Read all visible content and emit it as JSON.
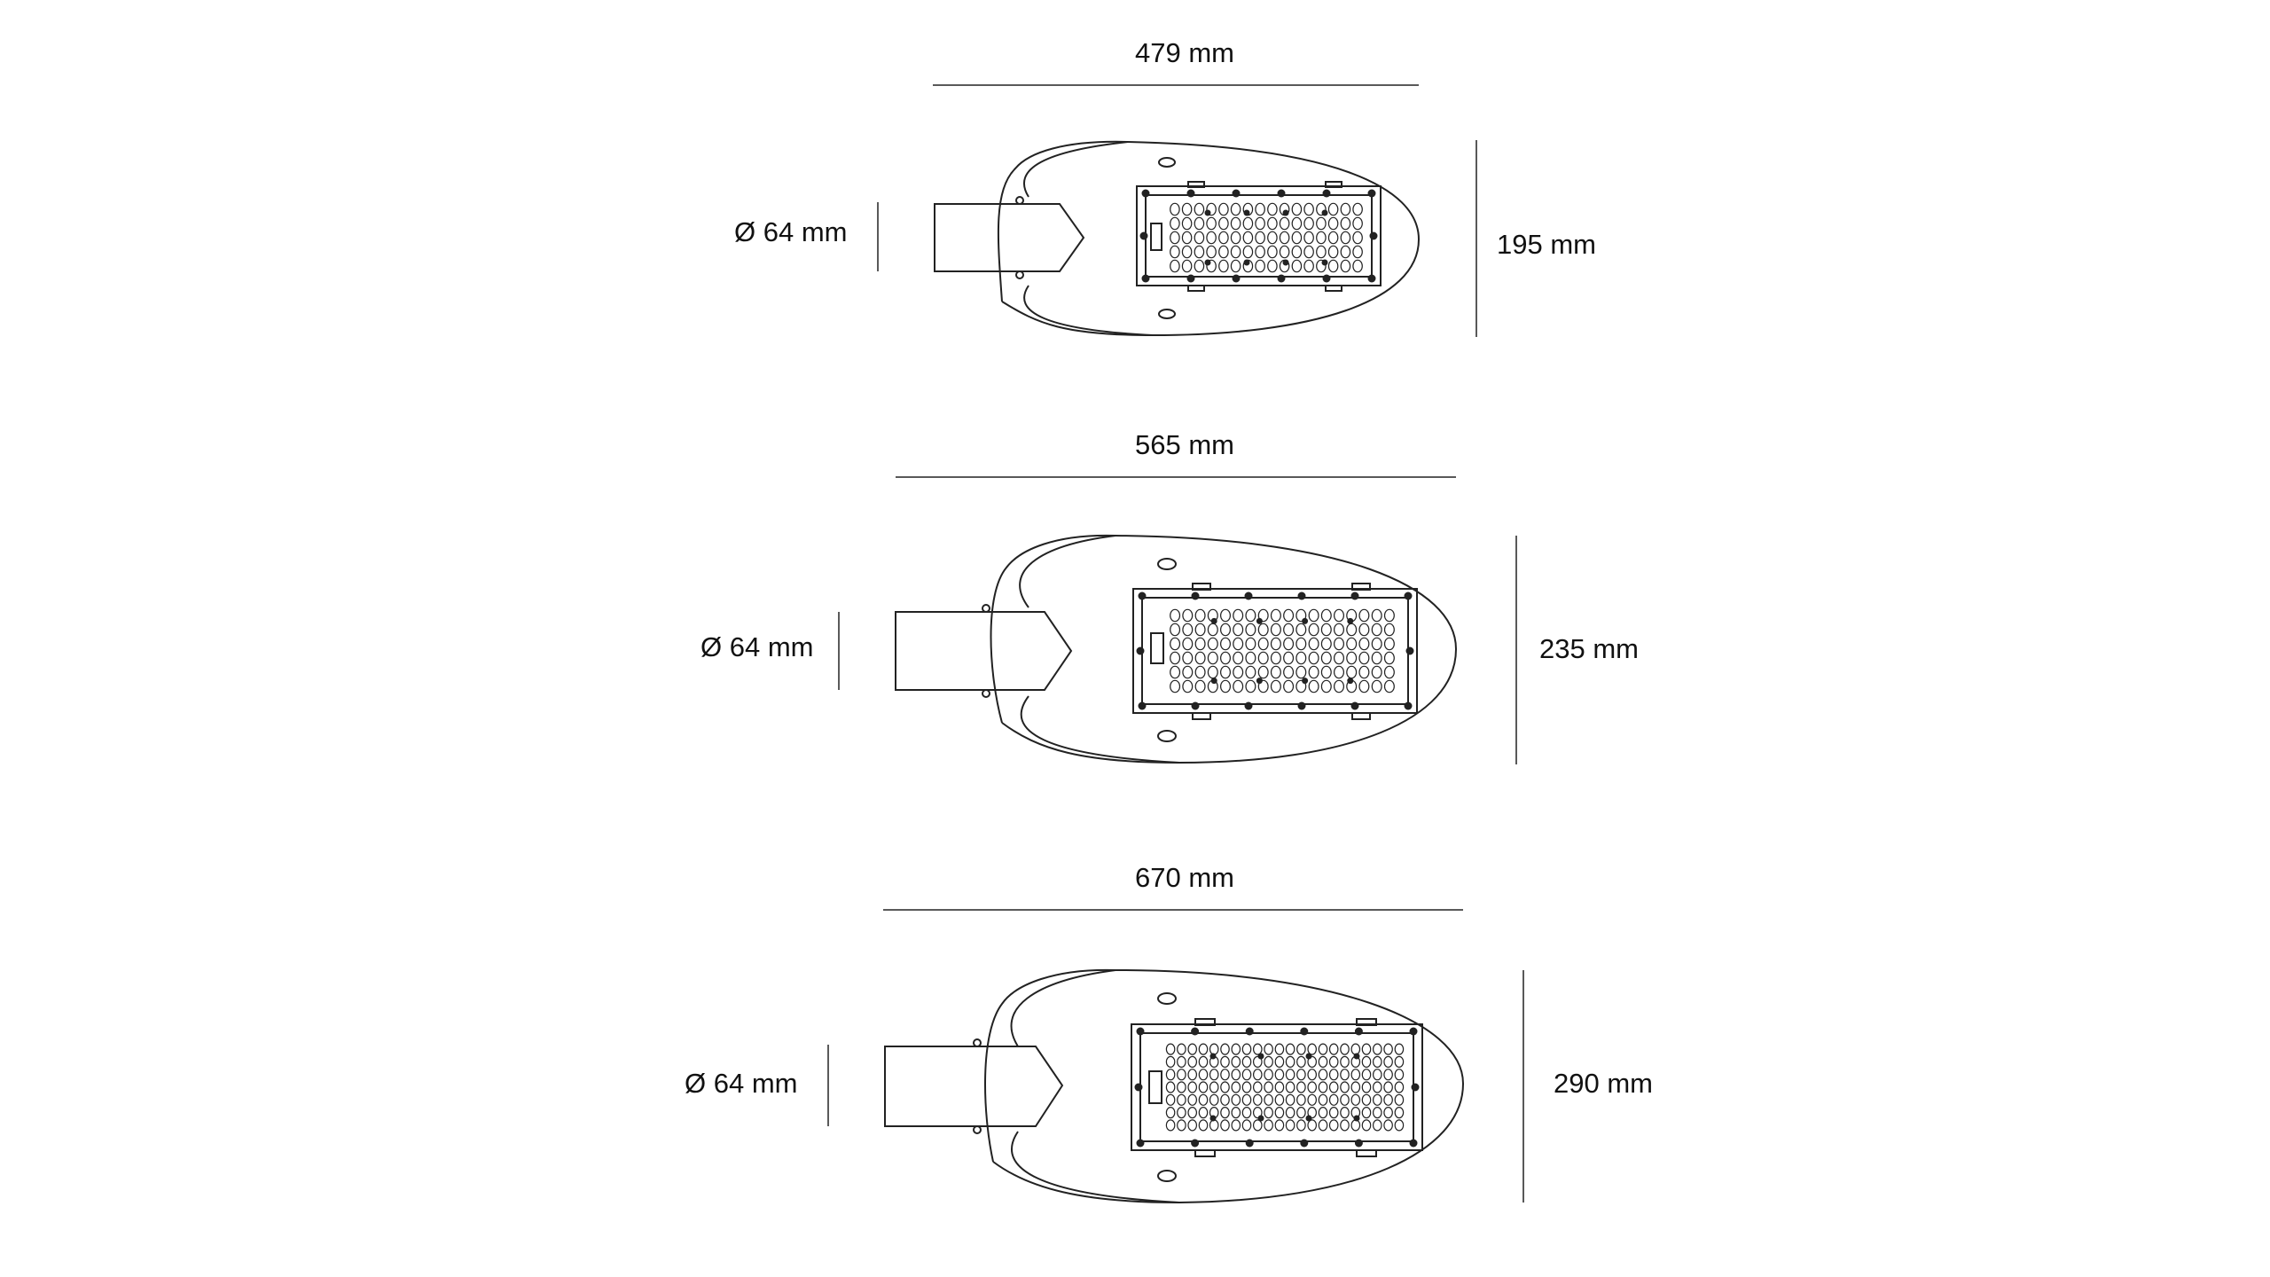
{
  "diagram": {
    "colors": {
      "line": "#222222",
      "text": "#111111",
      "background": "#ffffff"
    },
    "views": [
      {
        "id": "small",
        "width_label": "479 mm",
        "height_label": "195 mm",
        "pole_label": "Ø  64 mm",
        "led_cols": 16,
        "led_rows": 5
      },
      {
        "id": "medium",
        "width_label": "565 mm",
        "height_label": "235 mm",
        "pole_label": "Ø  64 mm",
        "led_cols": 18,
        "led_rows": 6
      },
      {
        "id": "large",
        "width_label": "670 mm",
        "height_label": "290 mm",
        "pole_label": "Ø  64 mm",
        "led_cols": 22,
        "led_rows": 7
      }
    ]
  }
}
